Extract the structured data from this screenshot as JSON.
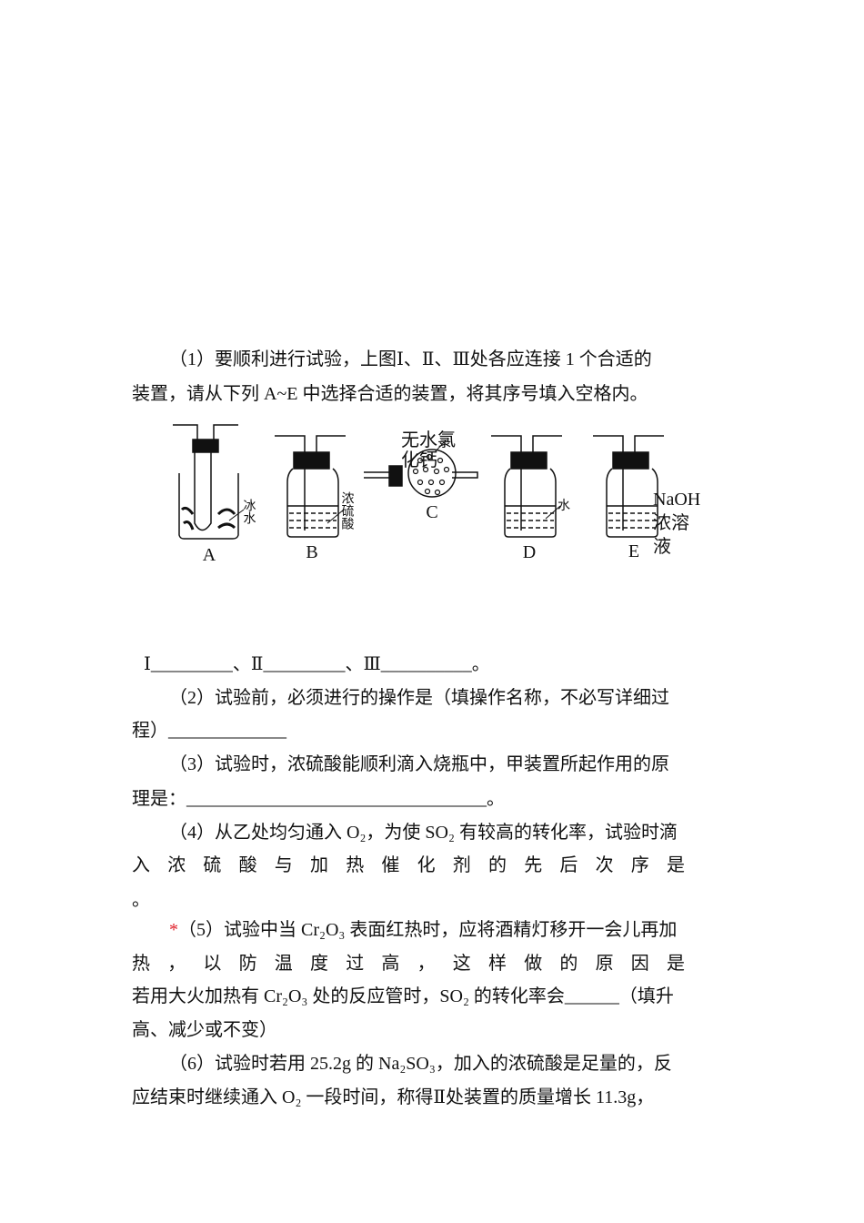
{
  "q1": {
    "line1": "（1）要顺利进行试验，上图Ⅰ、Ⅱ、Ⅲ处各应连接 1 个合适的",
    "line2": "装置，请从下列 A~E 中选择合适的装置，将其序号填入空格内。",
    "answer": "Ⅰ_________、Ⅱ_________、Ⅲ__________。"
  },
  "diagram": {
    "A": {
      "label": "A",
      "note": "冰水"
    },
    "B": {
      "label": "B",
      "note": "浓硫酸"
    },
    "C": {
      "label": "C",
      "note_line1": "无水氯",
      "note_line2": "化钙"
    },
    "D": {
      "label": "D",
      "note": "水"
    },
    "E": {
      "label": "E",
      "note_line1": "NaOH",
      "note_line2": "浓溶",
      "note_line3": "液"
    }
  },
  "q2": {
    "line1": "（2）试验前，必须进行的操作是（填操作名称，不必写详细过",
    "line2": "程）_____________"
  },
  "q3": {
    "line1": "（3）试验时，浓硫酸能顺利滴入烧瓶中，甲装置所起作用的原",
    "line2": "理是：_________________________________。"
  },
  "q4": {
    "line1": "（4）从乙处均匀通入 O₂，为使 SO₂ 有较高的转化率，试验时滴",
    "line2": "入浓硫酸与加热催化剂的先后次序是",
    "line3": "。"
  },
  "q5": {
    "star": "*",
    "line1": "（5）试验中当 Cr₂O₃ 表面红热时，应将酒精灯移开一会儿再加",
    "line2": "热，以防温度过高，这样做的原因是",
    "line3": "若用大火加热有 Cr₂O₃ 处的反应管时，SO₂ 的转化率会______（填升",
    "line4": "高、减少或不变）"
  },
  "q6": {
    "line1": "（6）试验时若用 25.2g 的 Na₂SO₃，加入的浓硫酸是足量的，反",
    "line2": "应结束时继续通入 O₂ 一段时间，称得Ⅱ处装置的质量增长 11.3g，"
  },
  "colors": {
    "star": "#e0202a",
    "text": "#111111"
  }
}
